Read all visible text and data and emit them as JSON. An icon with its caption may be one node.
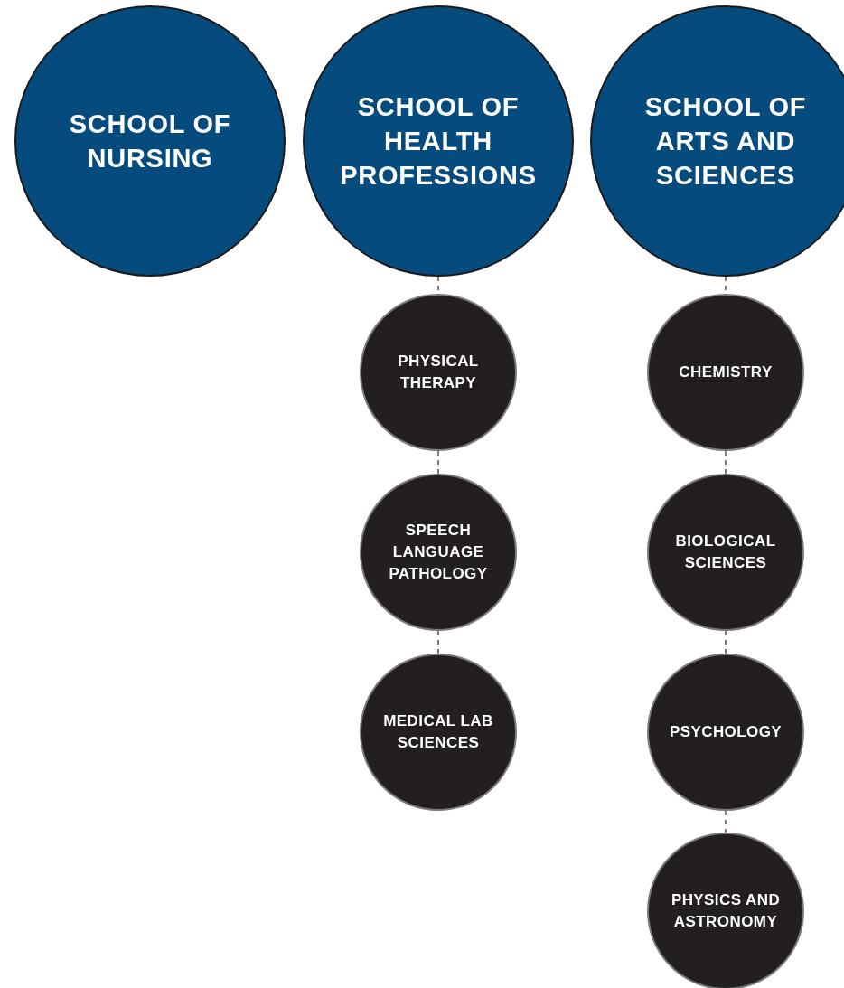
{
  "diagram": {
    "nodes": [
      {
        "text": [
          "SCHOOL OF NURSING"
        ]
      },
      {
        "text": [
          "SCHOOL OF HEALTH PROFESSIONS"
        ]
      },
      {
        "text": [
          "SCHOOL OF ARTS AND SCIENCES"
        ]
      },
      {
        "text": [
          "PHYSICAL THERAPY"
        ]
      },
      {
        "text": [
          "SPEECH LANGUAGE PATHOLOGY"
        ]
      },
      {
        "text": [
          "MEDICAL LAB SCIENCES"
        ]
      },
      {
        "text": [
          "CHEMISTRY"
        ]
      },
      {
        "text": [
          "BIOLOGICAL SCIENCES"
        ]
      },
      {
        "text": [
          "PSYCHOLOGY"
        ]
      },
      {
        "text": [
          "PHYSICS AND ASTRONOMY"
        ]
      }
    ],
    "edges": [
      {
        "from": 1,
        "to": 3,
        "arrow": "none",
        "style": "dashed"
      },
      {
        "from": 3,
        "to": 4,
        "arrow": "none",
        "style": "dashed"
      },
      {
        "from": 4,
        "to": 5,
        "arrow": "none",
        "style": "dashed"
      },
      {
        "from": 2,
        "to": 6,
        "arrow": "none",
        "style": "dashed"
      },
      {
        "from": 6,
        "to": 7,
        "arrow": "none",
        "style": "dashed"
      },
      {
        "from": 7,
        "to": 8,
        "arrow": "none",
        "style": "dashed"
      },
      {
        "from": 8,
        "to": 9,
        "arrow": "none",
        "style": "dashed"
      }
    ]
  }
}
